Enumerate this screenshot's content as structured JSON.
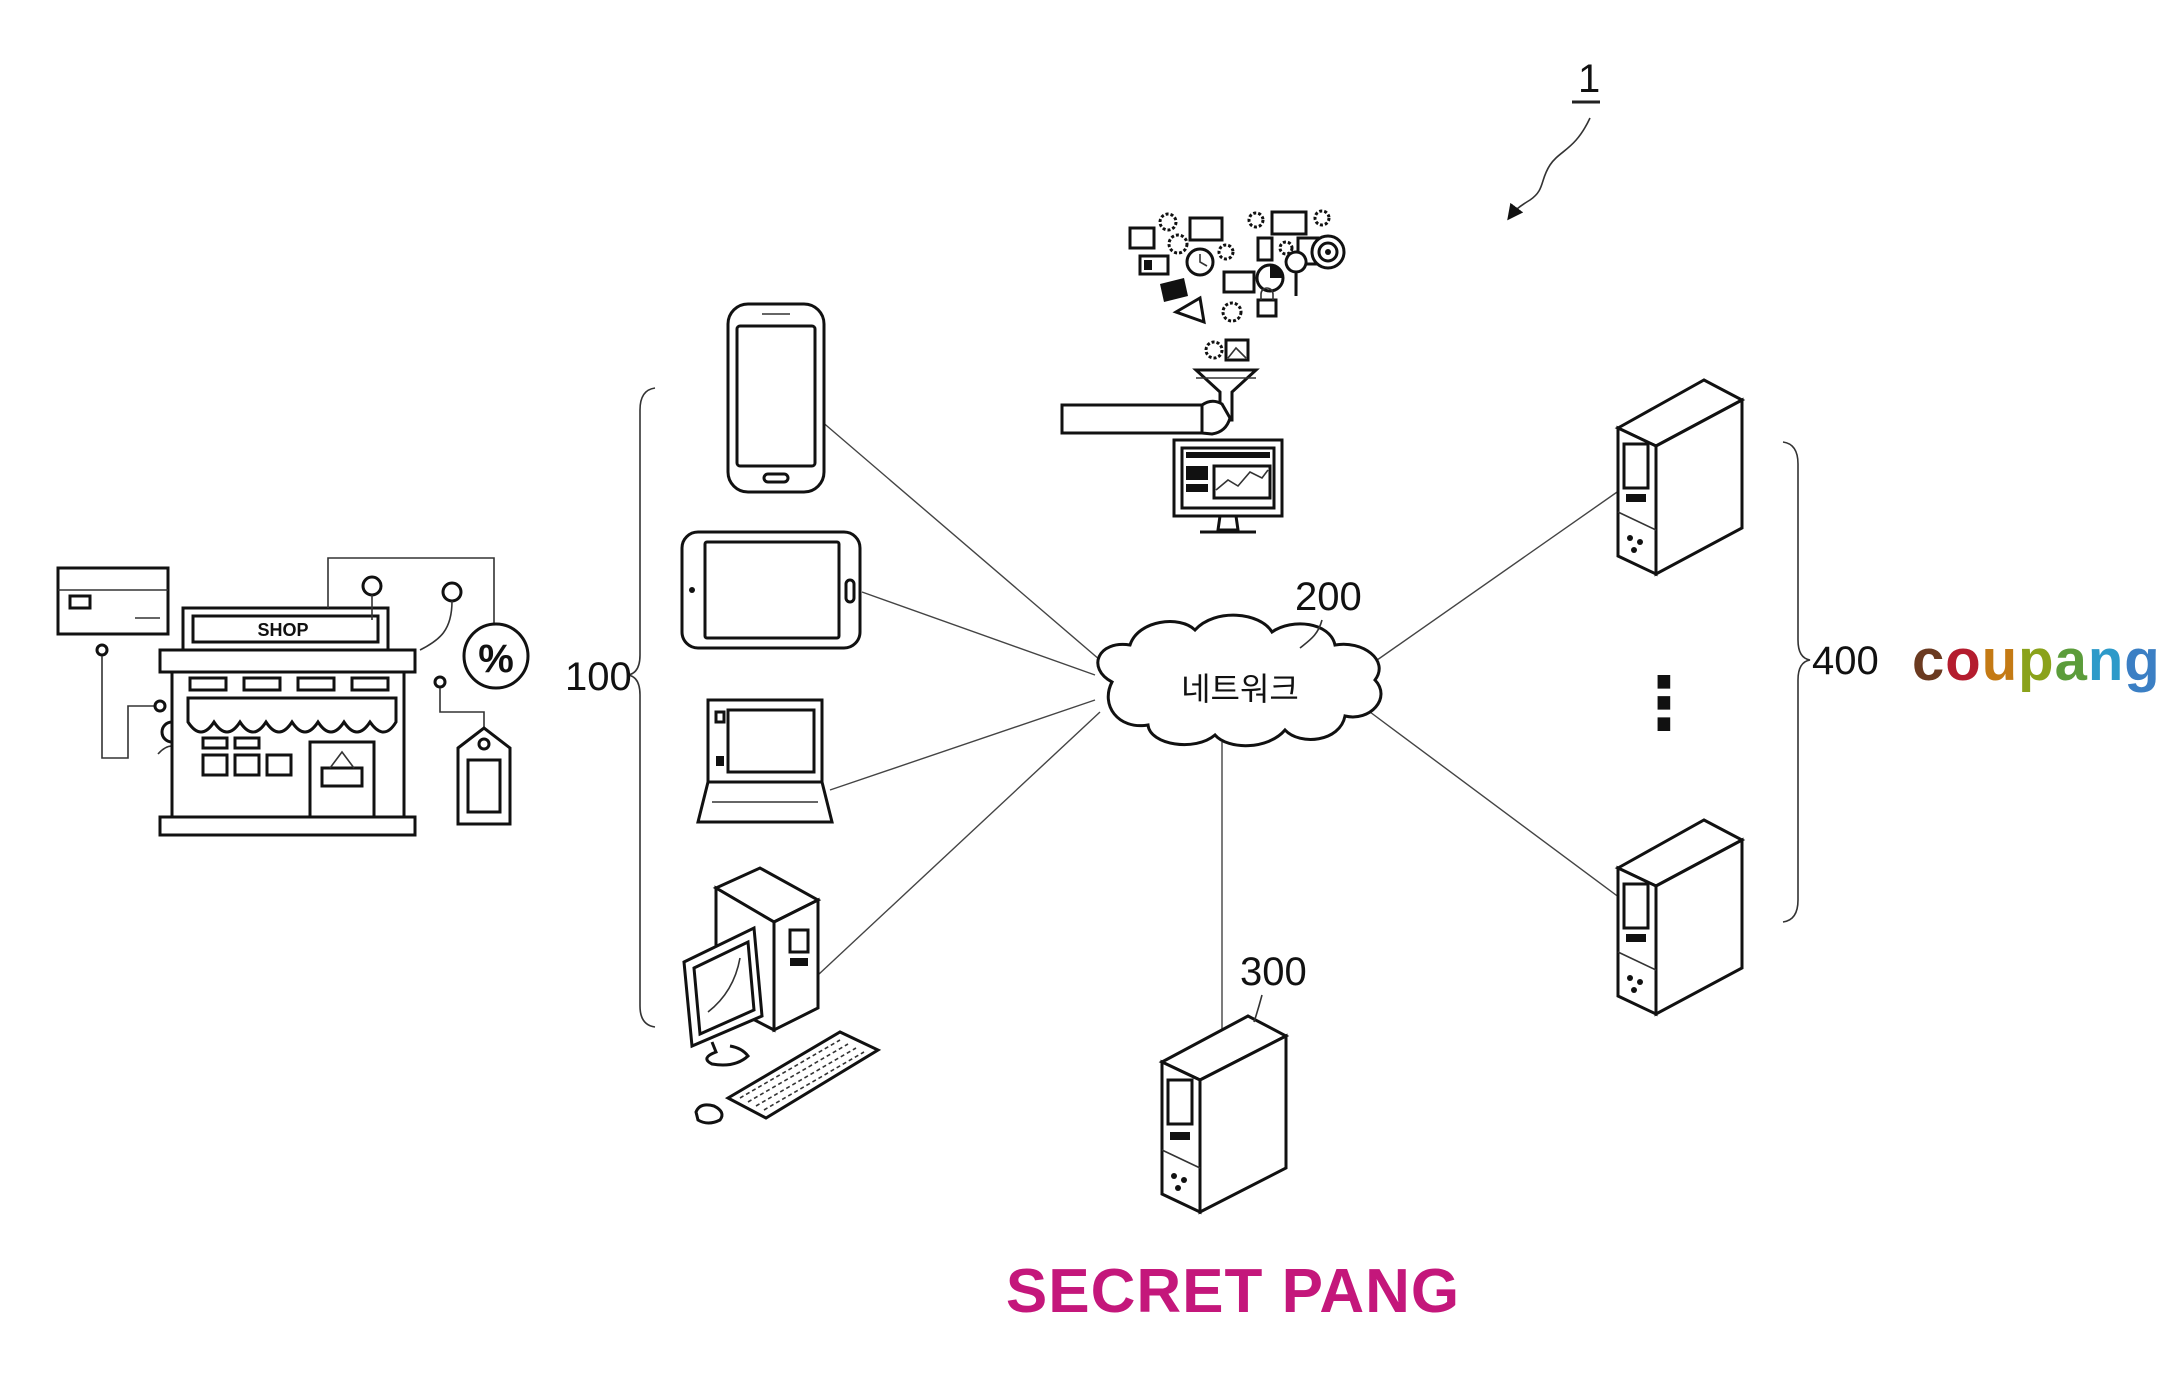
{
  "figure": {
    "number": "1",
    "network_label": "네트워크",
    "ref_user_terminals": "100",
    "ref_network": "200",
    "ref_platform_server": "300",
    "ref_market_servers": "400",
    "shop_sign": "SHOP",
    "percent_sign": "%",
    "market_servers_ellipsis": "⋮"
  },
  "logos": {
    "market_logo": {
      "letters": [
        "c",
        "o",
        "u",
        "p",
        "a",
        "n",
        "g"
      ],
      "colors": [
        "#6b3a20",
        "#b41c2e",
        "#c47a14",
        "#8aa21a",
        "#5b9c3a",
        "#2d9ac9",
        "#3b7fc4"
      ]
    },
    "platform_logo": {
      "text": "SECRET PANG",
      "color": "#c4177b"
    }
  },
  "colors": {
    "line": "#222222",
    "background": "#ffffff"
  }
}
